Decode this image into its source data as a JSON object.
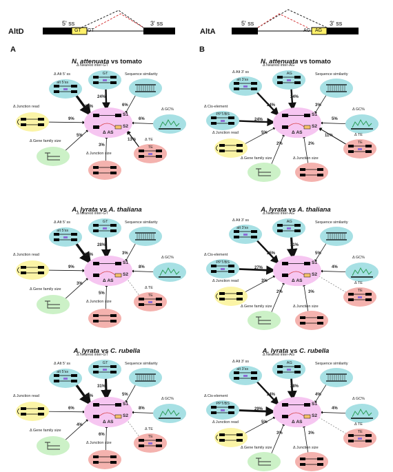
{
  "header": {
    "altd": {
      "label": "AltD",
      "ss5": "5' ss",
      "ss3": "3' ss",
      "gt_box": "GT",
      "gt_text": "GT"
    },
    "alta": {
      "label": "AltA",
      "ss5": "5' ss",
      "ss3": "3' ss",
      "ag_text": "AG",
      "ag_box": "AG"
    }
  },
  "colors": {
    "cyan": "#a7e0e4",
    "yellow": "#fbf4a6",
    "green": "#ccf1c7",
    "red": "#f4b2ae",
    "pink": "#f6c6f1",
    "box_yellow": "#fff06a",
    "dashed_red": "#d4393a"
  },
  "center": {
    "s1": "S1",
    "s2": "S2",
    "das": "Δ AS"
  },
  "panels": [
    {
      "letter": "A",
      "type": "AltD",
      "sections": [
        {
          "title_italic1": "N. attenuata",
          "title_vs": " vs ",
          "title_plain2": "tomato",
          "title_italic2": "",
          "factors": [
            {
              "key": "alt",
              "label": "Δ Alt 5' ss",
              "overlay": "alt 5'ss",
              "pct": "34%",
              "color": "cyan"
            },
            {
              "key": "near",
              "label": "Δ Nearest inter-GT",
              "overlay": "GT",
              "pct": "24%",
              "color": "cyan"
            },
            {
              "key": "seq",
              "label": "Sequence similarity",
              "overlay": "",
              "pct": "6%",
              "color": "cyan"
            },
            {
              "key": "junc",
              "label": "Δ Junction read",
              "overlay": "",
              "pct": "9%",
              "color": "yellow"
            },
            {
              "key": "gc",
              "label": "Δ GC%",
              "overlay": "",
              "pct": "6%",
              "color": "cyan"
            },
            {
              "key": "gene",
              "label": "Δ Gene family size",
              "overlay": "",
              "pct": "5%",
              "color": "green"
            },
            {
              "key": "jsize",
              "label": "Δ Junction size",
              "overlay": "",
              "pct": "3%",
              "color": "red"
            },
            {
              "key": "te",
              "label": "Δ TE",
              "overlay": "TE",
              "pct": "13%",
              "color": "red"
            }
          ]
        },
        {
          "title_italic1": "A. lyrata",
          "title_vs": " vs ",
          "title_plain2": "",
          "title_italic2": "A. thaliana",
          "factors": [
            {
              "key": "alt",
              "label": "Δ Alt 5' ss",
              "overlay": "alt 5'ss",
              "pct": "38%",
              "color": "cyan"
            },
            {
              "key": "near",
              "label": "Δ Nearest inter-GT",
              "overlay": "GT",
              "pct": "28%",
              "color": "cyan"
            },
            {
              "key": "seq",
              "label": "Sequence similarity",
              "overlay": "",
              "pct": "3%",
              "color": "cyan"
            },
            {
              "key": "junc",
              "label": "Δ Junction read",
              "overlay": "",
              "pct": "9%",
              "color": "yellow"
            },
            {
              "key": "gc",
              "label": "Δ GC%",
              "overlay": "",
              "pct": "8%",
              "color": "cyan"
            },
            {
              "key": "gene",
              "label": "Δ Gene family size",
              "overlay": "",
              "pct": "3%",
              "color": "green"
            },
            {
              "key": "jsize",
              "label": "Δ Junction size",
              "overlay": "",
              "pct": "5%",
              "color": "red"
            },
            {
              "key": "te",
              "label": "Δ TE",
              "overlay": "TE",
              "pct": "",
              "color": "red"
            }
          ]
        },
        {
          "title_italic1": "A. lyrata",
          "title_vs": " vs ",
          "title_plain2": "",
          "title_italic2": "C. rubella",
          "factors": [
            {
              "key": "alt",
              "label": "Δ Alt 5' ss",
              "overlay": "alt 5'ss",
              "pct": "40%",
              "color": "cyan"
            },
            {
              "key": "near",
              "label": "Δ Nearest inter-GT",
              "overlay": "GT",
              "pct": "31%",
              "color": "cyan"
            },
            {
              "key": "seq",
              "label": "Sequence similarity",
              "overlay": "",
              "pct": "5%",
              "color": "cyan"
            },
            {
              "key": "junc",
              "label": "Δ Junction read",
              "overlay": "",
              "pct": "6%",
              "color": "yellow"
            },
            {
              "key": "gc",
              "label": "Δ GC%",
              "overlay": "",
              "pct": "8%",
              "color": "cyan"
            },
            {
              "key": "gene",
              "label": "Δ Gene family size",
              "overlay": "",
              "pct": "4%",
              "color": "green"
            },
            {
              "key": "jsize",
              "label": "Δ Junction size",
              "overlay": "",
              "pct": "6%",
              "color": "red"
            },
            {
              "key": "te",
              "label": "Δ TE",
              "overlay": "TE",
              "pct": "",
              "color": "red"
            }
          ]
        }
      ]
    },
    {
      "letter": "B",
      "type": "AltA",
      "sections": [
        {
          "title_italic1": "N. attenuata",
          "title_vs": " vs ",
          "title_plain2": "tomato",
          "title_italic2": "",
          "factors": [
            {
              "key": "alt",
              "label": "Δ Alt 3' ss",
              "overlay": "alt 3'ss",
              "pct": "24%",
              "color": "cyan"
            },
            {
              "key": "near",
              "label": "Δ Nearest inter-AG",
              "overlay": "AG",
              "pct": "24%",
              "color": "cyan"
            },
            {
              "key": "seq",
              "label": "Sequence similarity",
              "overlay": "",
              "pct": "3%",
              "color": "cyan"
            },
            {
              "key": "cis",
              "label": "Δ Cis-element",
              "overlay": "PPT/BS",
              "pct": "24%",
              "color": "cyan"
            },
            {
              "key": "gc",
              "label": "Δ GC%",
              "overlay": "",
              "pct": "5%",
              "color": "cyan"
            },
            {
              "key": "junc",
              "label": "Δ Junction read",
              "overlay": "",
              "pct": "5%",
              "color": "yellow"
            },
            {
              "key": "te",
              "label": "Δ TE",
              "overlay": "TE",
              "pct": "11%",
              "color": "red"
            },
            {
              "key": "gene",
              "label": "Δ Gene family size",
              "overlay": "",
              "pct": "2%",
              "color": "green"
            },
            {
              "key": "jsize",
              "label": "Δ Junction size",
              "overlay": "",
              "pct": "2%",
              "color": "red"
            }
          ]
        },
        {
          "title_italic1": "A. lyrata",
          "title_vs": " vs ",
          "title_plain2": "",
          "title_italic2": "A. thaliana",
          "factors": [
            {
              "key": "alt",
              "label": "Δ Alt 3' ss",
              "overlay": "alt 3'ss",
              "pct": "25%",
              "color": "cyan"
            },
            {
              "key": "near",
              "label": "Δ Nearest inter-AG",
              "overlay": "AG",
              "pct": "31%",
              "color": "cyan"
            },
            {
              "key": "seq",
              "label": "Sequence similarity",
              "overlay": "",
              "pct": "5%",
              "color": "cyan"
            },
            {
              "key": "cis",
              "label": "Δ Cis-element",
              "overlay": "PPT/BS",
              "pct": "27%",
              "color": "cyan"
            },
            {
              "key": "gc",
              "label": "Δ GC%",
              "overlay": "",
              "pct": "4%",
              "color": "cyan"
            },
            {
              "key": "junc",
              "label": "Δ Junction read",
              "overlay": "",
              "pct": "3%",
              "color": "yellow"
            },
            {
              "key": "te",
              "label": "Δ TE",
              "overlay": "TE",
              "pct": "",
              "color": "red"
            },
            {
              "key": "gene",
              "label": "Δ Gene family size",
              "overlay": "",
              "pct": "2%",
              "color": "green"
            },
            {
              "key": "jsize",
              "label": "Δ Junction size",
              "overlay": "",
              "pct": "3%",
              "color": "red"
            }
          ]
        },
        {
          "title_italic1": "A. lyrata",
          "title_vs": " vs ",
          "title_plain2": "",
          "title_italic2": "C. rubella",
          "factors": [
            {
              "key": "alt",
              "label": "Δ Alt 3' ss",
              "overlay": "alt 3'ss",
              "pct": "24%",
              "color": "cyan"
            },
            {
              "key": "near",
              "label": "Δ Nearest inter-AG",
              "overlay": "AG",
              "pct": "28%",
              "color": "cyan"
            },
            {
              "key": "seq",
              "label": "Sequence similarity",
              "overlay": "",
              "pct": "4%",
              "color": "cyan"
            },
            {
              "key": "cis",
              "label": "Δ Cis-element",
              "overlay": "PPT/BS",
              "pct": "29%",
              "color": "cyan"
            },
            {
              "key": "gc",
              "label": "Δ GC%",
              "overlay": "",
              "pct": "4%",
              "color": "cyan"
            },
            {
              "key": "junc",
              "label": "Δ Junction read",
              "overlay": "",
              "pct": "5%",
              "color": "yellow"
            },
            {
              "key": "te",
              "label": "Δ TE",
              "overlay": "TE",
              "pct": "",
              "color": "red"
            },
            {
              "key": "gene",
              "label": "Δ Gene family size",
              "overlay": "",
              "pct": "3%",
              "color": "green"
            },
            {
              "key": "jsize",
              "label": "Δ Junction size",
              "overlay": "",
              "pct": "3%",
              "color": "red"
            }
          ]
        }
      ]
    }
  ]
}
